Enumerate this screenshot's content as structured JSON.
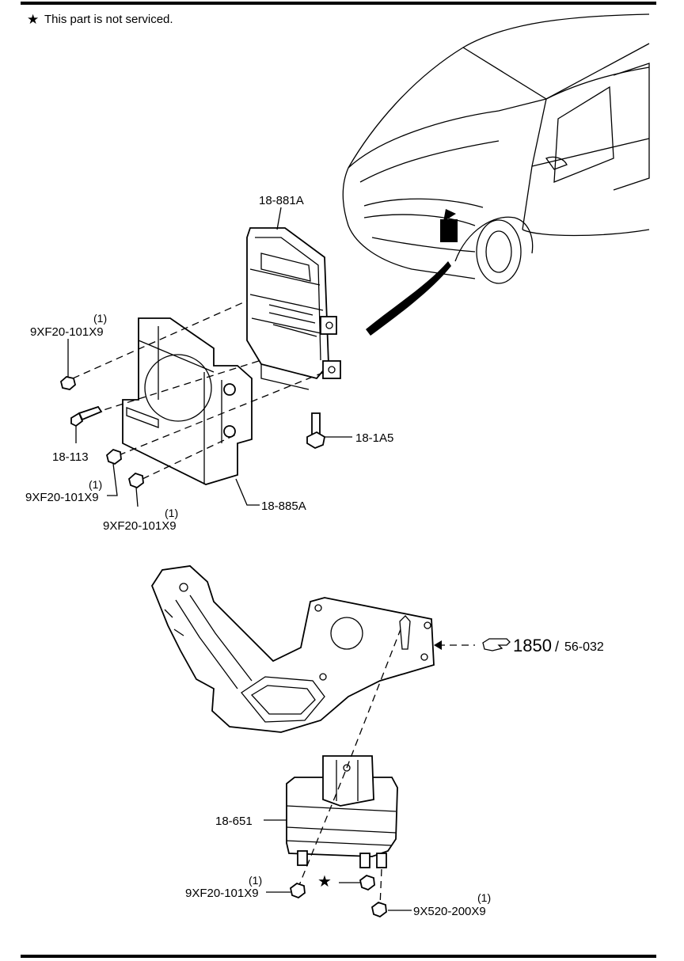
{
  "note": {
    "star": "★",
    "text": "This part is not serviced."
  },
  "labels": {
    "ecu": "18-881A",
    "nut_top": "9XF20-101X9",
    "nut_top_qty": "(1)",
    "bolt_left": "18-113",
    "bolt_right": "18-1A5",
    "nut_mid": "9XF20-101X9",
    "nut_mid_qty": "(1)",
    "nut_low": "9XF20-101X9",
    "nut_low_qty": "(1)",
    "bracket": "18-885A",
    "ref_main": "1850",
    "ref_sep": "/",
    "ref_sub": "56-032",
    "relay": "18-651",
    "nut_bottom": "9XF20-101X9",
    "nut_bottom_qty": "(1)",
    "star_mark": "★",
    "nut_final": "9X520-200X9",
    "nut_final_qty": "(1)"
  }
}
